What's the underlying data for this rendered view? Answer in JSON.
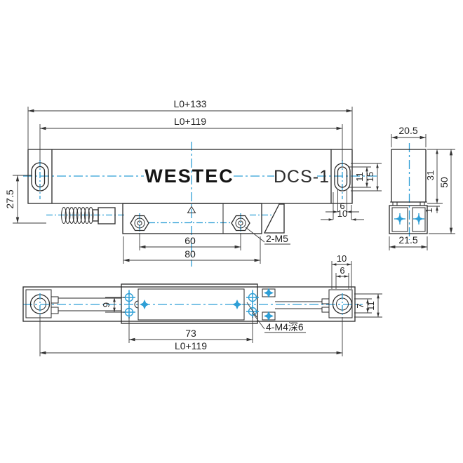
{
  "title": "WESTEC DCS-1 linear glass scale dimension drawing",
  "colors": {
    "line": "#2a2a2a",
    "centerline": "#2e9fd6",
    "background": "#ffffff",
    "text": "#222222"
  },
  "brand": {
    "name": "WESTEC",
    "model": "DCS-1"
  },
  "top_view": {
    "overall_length": "L0+133",
    "mount_span": "L0+119",
    "center_offset": "27.5",
    "slot_inner_height": "11",
    "slot_outer_height": "15",
    "slot_inner_width": "6",
    "slot_outer_width": "10",
    "screw_span": "60",
    "head_length": "80",
    "screw_note": "2-M5"
  },
  "side_view": {
    "top_width": "20.5",
    "upper_height": "31",
    "total_height": "50",
    "rail_height": "1",
    "base_width": "21.5"
  },
  "bottom_view": {
    "hole_pair_gap": "9",
    "hole_span": "73",
    "mount_span": "L0+119",
    "tap_note": "4-M4深6",
    "end_outer_width": "10",
    "end_inner_width": "6",
    "rail_inner_offset": "7",
    "rail_outer_offset": "11"
  }
}
